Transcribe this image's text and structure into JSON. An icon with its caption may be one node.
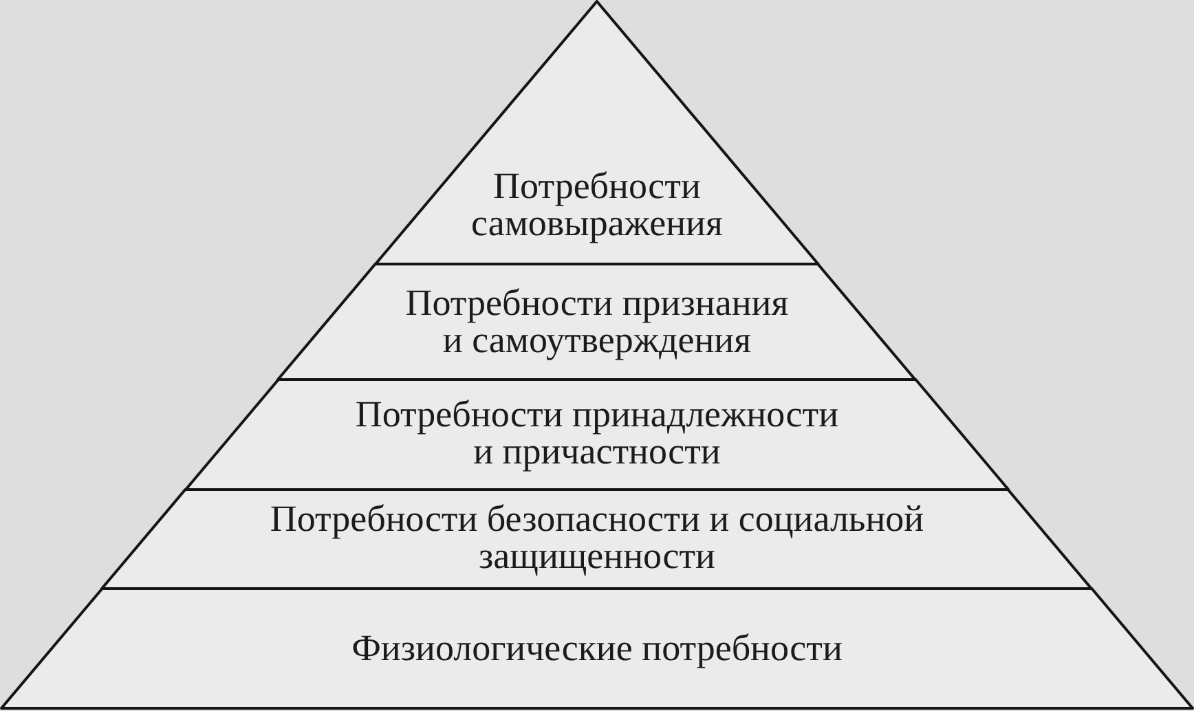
{
  "diagram": {
    "nodes": [
      {
        "text": [
          "Потребности самовыражения"
        ]
      },
      {
        "text": [
          "Потребности признания и самоутверждения"
        ]
      },
      {
        "text": [
          "Потребности принадлежности и причастности"
        ]
      },
      {
        "text": [
          "Потребности безопасности и социальной защищенности"
        ]
      },
      {
        "text": [
          "Физиологические потребности"
        ]
      }
    ]
  }
}
